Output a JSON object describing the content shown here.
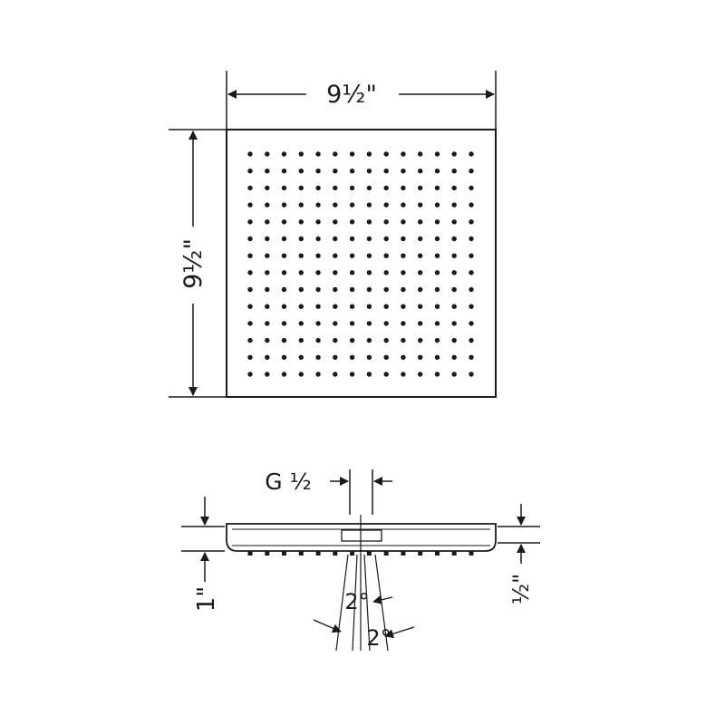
{
  "dimensions": {
    "top_width": "9½\"",
    "top_height": "9½\"",
    "thread": "G ½",
    "side_total_height": "1\"",
    "side_plate_height": "½\"",
    "angle_upper": "2°",
    "angle_lower": "2°"
  },
  "nozzle_grid": {
    "rows": 14,
    "cols": 14
  },
  "side_nozzles": {
    "count": 14
  },
  "colors": {
    "ink": "#1a1a1a",
    "background": "#ffffff"
  }
}
